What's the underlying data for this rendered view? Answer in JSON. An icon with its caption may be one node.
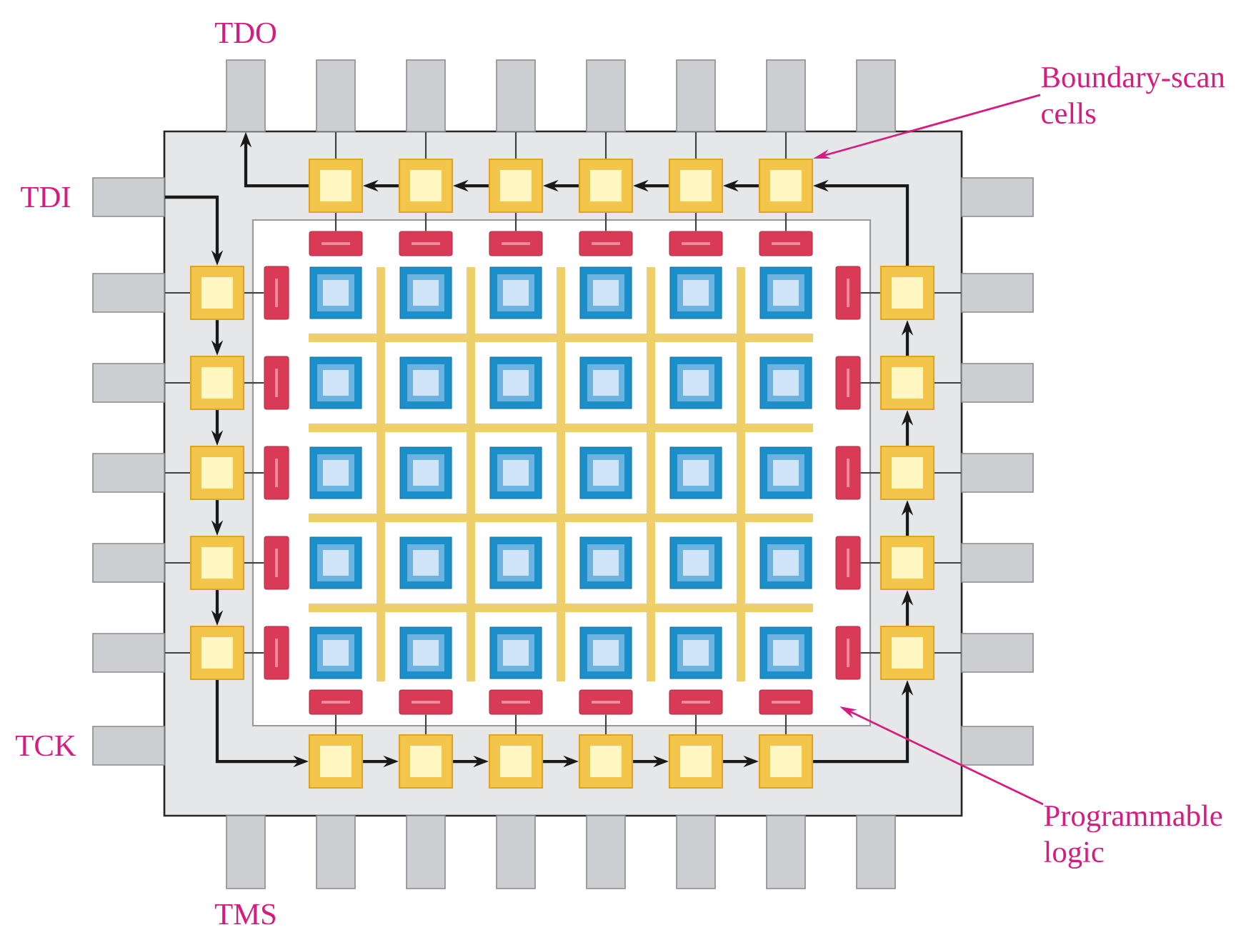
{
  "diagram": {
    "nodes": [
      {
        "text": [],
        "shape": "box"
      },
      {
        "text": [],
        "shape": "box",
        "in": 0
      },
      {
        "text": [],
        "shape": "box",
        "in": 0
      },
      {
        "text": [],
        "shape": "box",
        "in": 0
      },
      {
        "text": [],
        "shape": "box",
        "in": 0
      },
      {
        "text": [],
        "shape": "box",
        "in": 0
      },
      {
        "text": [],
        "shape": "box",
        "in": 0
      },
      {
        "text": [],
        "shape": "box",
        "in": 0
      },
      {
        "text": [],
        "shape": "box",
        "in": 0
      },
      {
        "text": [],
        "shape": "box",
        "in": 0
      },
      {
        "text": [],
        "shape": "box",
        "in": 0
      },
      {
        "text": [],
        "shape": "box",
        "in": 0
      },
      {
        "text": [],
        "shape": "box",
        "in": 0
      },
      {
        "text": [],
        "shape": "box",
        "in": 0
      },
      {
        "text": [],
        "shape": "box",
        "in": 0
      },
      {
        "text": [],
        "shape": "box",
        "in": 0
      },
      {
        "text": [],
        "shape": "box",
        "in": 0
      },
      {
        "text": [],
        "shape": "box",
        "in": 0
      },
      {
        "text": [],
        "shape": "box",
        "in": 0
      },
      {
        "text": [],
        "shape": "box",
        "in": 0
      },
      {
        "text": [],
        "shape": "box",
        "in": 0
      },
      {
        "text": [],
        "shape": "box",
        "in": 0
      },
      {
        "text": [],
        "shape": "box",
        "in": 0
      },
      {
        "text": [],
        "shape": "box",
        "in": 0
      },
      {
        "text": [
          "TDO"
        ]
      },
      {
        "text": [
          "TDI"
        ]
      },
      {
        "text": [
          "TCK"
        ]
      },
      {
        "text": [
          "TMS"
        ]
      },
      {
        "text": [
          "Boundary-scan cells"
        ]
      },
      {
        "text": [
          "Programmable logic"
        ]
      },
      {
        "text": [],
        "shape": "bar",
        "in": 1
      },
      {
        "text": [],
        "shape": "bar",
        "in": 1
      },
      {
        "text": [],
        "shape": "bar",
        "in": 1
      },
      {
        "text": [],
        "shape": "bar",
        "in": 1
      },
      {
        "text": [],
        "shape": "bar",
        "in": 1
      },
      {
        "text": [],
        "shape": "bar",
        "in": 1
      },
      {
        "text": [],
        "shape": "bar",
        "in": 1
      },
      {
        "text": [],
        "shape": "bar",
        "in": 1
      },
      {
        "text": [],
        "shape": "bar",
        "in": 1
      },
      {
        "text": [],
        "shape": "bar",
        "in": 1
      },
      {
        "text": [],
        "shape": "bar",
        "in": 1
      },
      {
        "text": [],
        "shape": "bar",
        "in": 1
      },
      {
        "text": [],
        "shape": "bar",
        "in": 1
      },
      {
        "text": [],
        "shape": "bar",
        "in": 1
      },
      {
        "text": [],
        "shape": "bar",
        "in": 1
      },
      {
        "text": [],
        "shape": "bar",
        "in": 1
      },
      {
        "text": [],
        "shape": "bar",
        "in": 1
      },
      {
        "text": [],
        "shape": "bar",
        "in": 1
      },
      {
        "text": [],
        "shape": "bar",
        "in": 1
      },
      {
        "text": [],
        "shape": "bar",
        "in": 1
      },
      {
        "text": [],
        "shape": "bar",
        "in": 1
      },
      {
        "text": [],
        "shape": "bar",
        "in": 1
      }
    ],
    "edges": [
      {
        "from": 25,
        "to": 8,
        "arrow": "to"
      },
      {
        "from": 8,
        "to": 9,
        "arrow": "to"
      },
      {
        "from": 9,
        "to": 10,
        "arrow": "to"
      },
      {
        "from": 10,
        "to": 11,
        "arrow": "to"
      },
      {
        "from": 11,
        "to": 12,
        "arrow": "to"
      },
      {
        "from": 12,
        "to": 18,
        "arrow": "to"
      },
      {
        "from": 18,
        "to": 19,
        "arrow": "to"
      },
      {
        "from": 19,
        "to": 20,
        "arrow": "to"
      },
      {
        "from": 20,
        "to": 21,
        "arrow": "to"
      },
      {
        "from": 21,
        "to": 22,
        "arrow": "to"
      },
      {
        "from": 22,
        "to": 23,
        "arrow": "to"
      },
      {
        "from": 23,
        "to": 17,
        "arrow": "to"
      },
      {
        "from": 17,
        "to": 16,
        "arrow": "to"
      },
      {
        "from": 16,
        "to": 15,
        "arrow": "to"
      },
      {
        "from": 15,
        "to": 14,
        "arrow": "to"
      },
      {
        "from": 14,
        "to": 13,
        "arrow": "to"
      },
      {
        "from": 13,
        "to": 7,
        "arrow": "to"
      },
      {
        "from": 7,
        "to": 6,
        "arrow": "to"
      },
      {
        "from": 6,
        "to": 5,
        "arrow": "to"
      },
      {
        "from": 5,
        "to": 4,
        "arrow": "to"
      },
      {
        "from": 4,
        "to": 3,
        "arrow": "to"
      },
      {
        "from": 3,
        "to": 2,
        "arrow": "to"
      },
      {
        "from": 2,
        "to": 24,
        "arrow": "to"
      },
      {
        "from": 28,
        "to": 7,
        "arrow": "to",
        "color": "#d81b7f"
      },
      {
        "from": 29,
        "to": 1,
        "arrow": "to",
        "color": "#d81b7f"
      },
      {
        "from": 2,
        "to": 30,
        "arrow": "none"
      },
      {
        "from": 3,
        "to": 31,
        "arrow": "none"
      },
      {
        "from": 4,
        "to": 32,
        "arrow": "none"
      },
      {
        "from": 5,
        "to": 33,
        "arrow": "none"
      },
      {
        "from": 6,
        "to": 34,
        "arrow": "none"
      },
      {
        "from": 7,
        "to": 35,
        "arrow": "none"
      },
      {
        "from": 8,
        "to": 36,
        "arrow": "none"
      },
      {
        "from": 9,
        "to": 37,
        "arrow": "none"
      },
      {
        "from": 10,
        "to": 38,
        "arrow": "none"
      },
      {
        "from": 11,
        "to": 39,
        "arrow": "none"
      },
      {
        "from": 12,
        "to": 40,
        "arrow": "none"
      },
      {
        "from": 13,
        "to": 41,
        "arrow": "none"
      },
      {
        "from": 14,
        "to": 42,
        "arrow": "none"
      },
      {
        "from": 15,
        "to": 43,
        "arrow": "none"
      },
      {
        "from": 16,
        "to": 44,
        "arrow": "none"
      },
      {
        "from": 17,
        "to": 45,
        "arrow": "none"
      },
      {
        "from": 18,
        "to": 46,
        "arrow": "none"
      },
      {
        "from": 19,
        "to": 47,
        "arrow": "none"
      },
      {
        "from": 20,
        "to": 48,
        "arrow": "none"
      },
      {
        "from": 21,
        "to": 49,
        "arrow": "none"
      },
      {
        "from": 22,
        "to": 50,
        "arrow": "none"
      },
      {
        "from": 23,
        "to": 51,
        "arrow": "none"
      }
    ]
  }
}
